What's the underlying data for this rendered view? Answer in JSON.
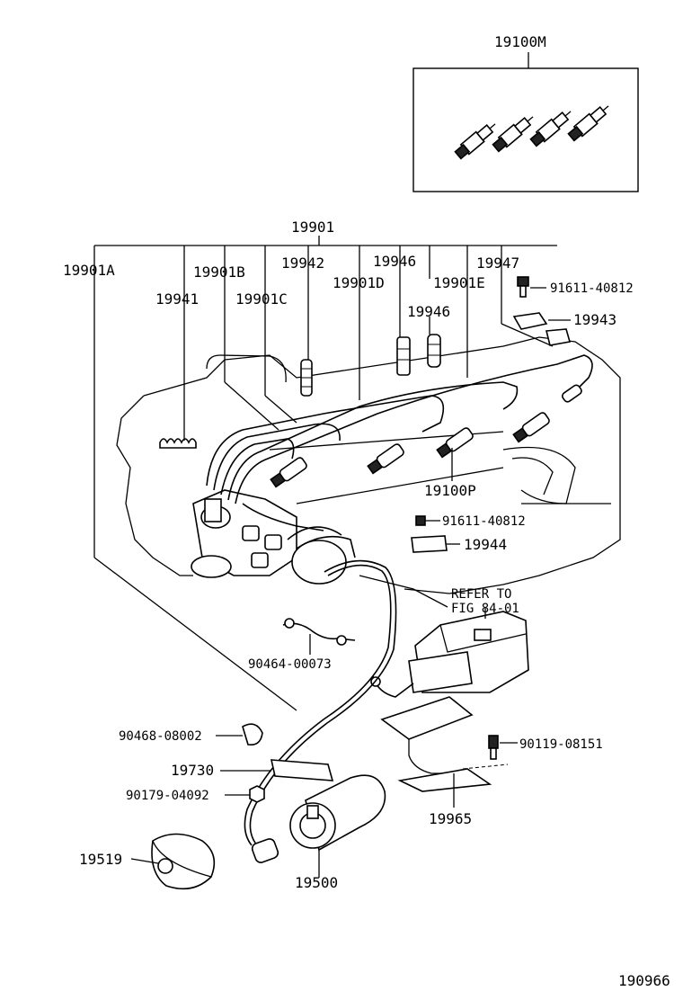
{
  "labels": {
    "kit": "19100M",
    "wire_set": "19901",
    "wire_a": "19901A",
    "wire_b": "19901B",
    "wire_c": "19901C",
    "wire_d": "19901D",
    "wire_e": "19901E",
    "clamp_19941": "19941",
    "clamp_19942": "19942",
    "clamp_19946_upper": "19946",
    "clamp_19946_lower": "19946",
    "clamp_19947": "19947",
    "bolt_upper": "91611-40812",
    "bracket_19943": "19943",
    "plug": "19100P",
    "bolt_lower": "91611-40812",
    "bracket_19944": "19944",
    "refer_line1": "REFER TO",
    "refer_line2": "FIG 84-01",
    "wire_90464": "90464-00073",
    "clip_90468": "90468-08002",
    "bolt_90119": "90119-08151",
    "bracket_19730": "19730",
    "nut_90179": "90179-04092",
    "bracket_19965": "19965",
    "cover_19519": "19519",
    "coil_19500": "19500",
    "figure_number": "190966"
  }
}
